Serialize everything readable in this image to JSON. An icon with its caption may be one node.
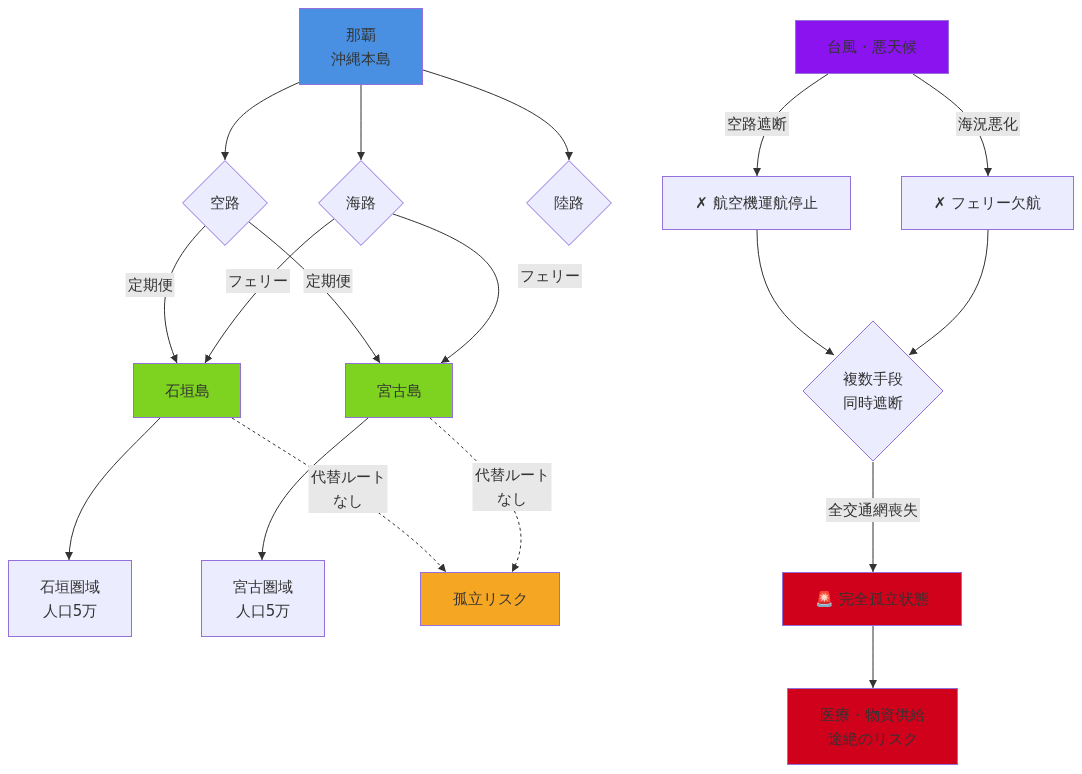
{
  "diagram": {
    "nodes": [
      {
        "text": [
          "那覇沖縄本島"
        ]
      },
      {
        "text": [
          "空路"
        ]
      },
      {
        "text": [
          "海路"
        ]
      },
      {
        "text": [
          "陸路"
        ]
      },
      {
        "text": [
          "石垣島"
        ]
      },
      {
        "text": [
          "宮古島"
        ]
      },
      {
        "text": [
          "石垣圏域人口5万"
        ]
      },
      {
        "text": [
          "宮古圏域人口5万"
        ]
      },
      {
        "text": [
          "孤立リスク"
        ]
      },
      {
        "text": [
          "台風・悪天候"
        ]
      },
      {
        "text": [
          "✗ 航空機運航停止"
        ]
      },
      {
        "text": [
          "✗ フェリー欠航"
        ]
      },
      {
        "text": [
          "複数手段同時遮断"
        ]
      },
      {
        "text": [
          "🚨 完全孤立状態"
        ]
      },
      {
        "text": [
          "医療・物資供給途絶のリスク"
        ]
      }
    ],
    "edges": [
      {
        "from": 0,
        "to": 1,
        "arrow": "to"
      },
      {
        "from": 0,
        "to": 2,
        "arrow": "to"
      },
      {
        "from": 0,
        "to": 3,
        "arrow": "to"
      },
      {
        "from": 1,
        "to": 4,
        "arrow": "to",
        "label": "定期便"
      },
      {
        "from": 1,
        "to": 5,
        "arrow": "to",
        "label": "定期便"
      },
      {
        "from": 2,
        "to": 4,
        "arrow": "to",
        "label": "フェリー"
      },
      {
        "from": 2,
        "to": 5,
        "arrow": "to",
        "label": "フェリー"
      },
      {
        "from": 4,
        "to": 6,
        "arrow": "to"
      },
      {
        "from": 5,
        "to": 7,
        "arrow": "to"
      },
      {
        "from": 4,
        "to": 8,
        "arrow": "to",
        "label": "代替ルートなし",
        "style": "dashed"
      },
      {
        "from": 5,
        "to": 8,
        "arrow": "to",
        "label": "代替ルートなし",
        "style": "dashed"
      },
      {
        "from": 9,
        "to": 10,
        "arrow": "to",
        "label": "空路遮断"
      },
      {
        "from": 9,
        "to": 11,
        "arrow": "to",
        "label": "海況悪化"
      },
      {
        "from": 10,
        "to": 12,
        "arrow": "to"
      },
      {
        "from": 11,
        "to": 12,
        "arrow": "to"
      },
      {
        "from": 12,
        "to": 13,
        "arrow": "to",
        "label": "全交通網喪失"
      },
      {
        "from": 13,
        "to": 14,
        "arrow": "to"
      }
    ]
  }
}
